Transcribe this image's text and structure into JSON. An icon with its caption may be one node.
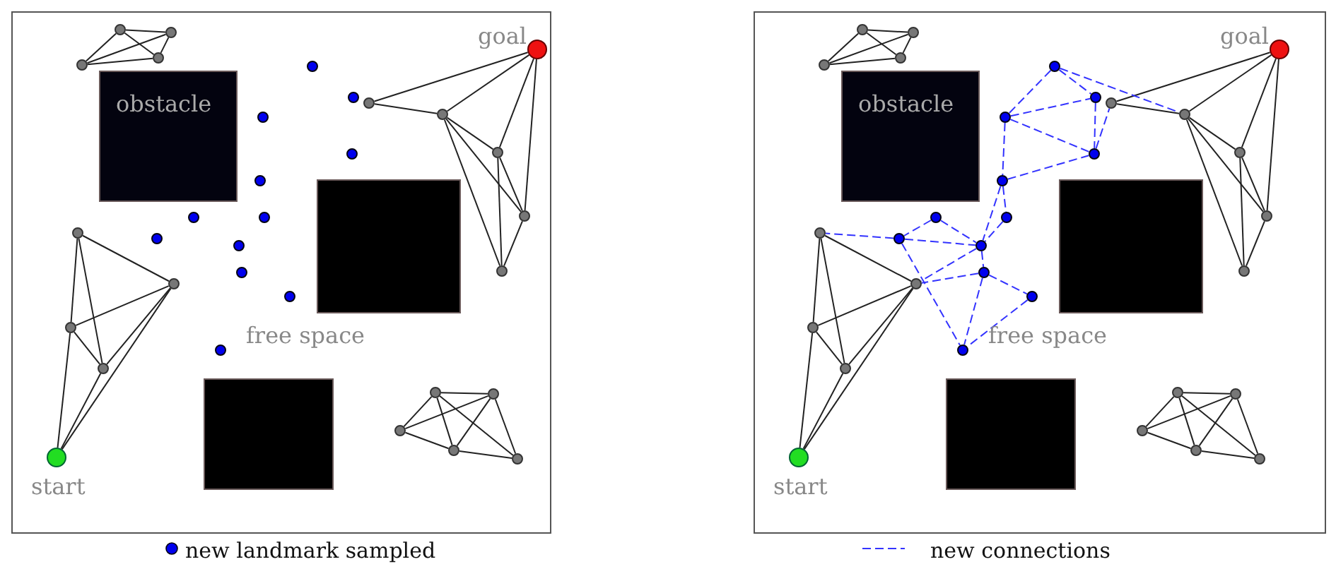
{
  "diagram": {
    "nodes": [
      {
        "text": [],
        "shape": "box"
      },
      {
        "text": [
          "obstacle"
        ],
        "in": 0
      },
      {
        "text": [],
        "shape": "box",
        "in": 0
      },
      {
        "text": [],
        "shape": "box",
        "in": 0
      },
      {
        "text": [],
        "shape": "circle",
        "in": 0
      },
      {
        "text": [],
        "shape": "circle",
        "in": 0
      },
      {
        "text": [],
        "shape": "circle",
        "in": 0
      },
      {
        "text": [],
        "shape": "circle",
        "in": 0
      },
      {
        "text": [],
        "shape": "circle",
        "in": 0
      },
      {
        "text": [],
        "shape": "circle",
        "in": 0
      },
      {
        "text": [],
        "shape": "circle",
        "in": 0
      },
      {
        "text": [],
        "shape": "circle",
        "in": 0
      },
      {
        "text": [],
        "shape": "circle",
        "beside": [
          "start"
        ],
        "in": 0
      },
      {
        "text": [],
        "shape": "circle",
        "beside": [
          "goal"
        ],
        "in": 0
      },
      {
        "text": [],
        "shape": "circle",
        "in": 0
      },
      {
        "text": [],
        "shape": "circle",
        "in": 0
      },
      {
        "text": [],
        "shape": "circle",
        "in": 0
      },
      {
        "text": [],
        "shape": "circle",
        "in": 0
      },
      {
        "text": [],
        "shape": "circle",
        "in": 0
      },
      {
        "text": [],
        "shape": "circle",
        "in": 0
      },
      {
        "text": [],
        "shape": "circle",
        "in": 0
      },
      {
        "text": [],
        "shape": "circle",
        "in": 0
      },
      {
        "text": [],
        "shape": "circle",
        "in": 0
      },
      {
        "text": [],
        "shape": "circle",
        "in": 0
      },
      {
        "text": [],
        "shape": "circle",
        "in": 0
      },
      {
        "text": [],
        "shape": "circle",
        "in": 0
      },
      {
        "text": [],
        "shape": "circle",
        "in": 0
      },
      {
        "text": [],
        "shape": "circle",
        "in": 0
      },
      {
        "text": [],
        "shape": "circle",
        "in": 0
      },
      {
        "text": [],
        "shape": "circle",
        "in": 0
      },
      {
        "text": [],
        "shape": "circle",
        "in": 0
      },
      {
        "text": [],
        "shape": "circle",
        "in": 0
      },
      {
        "text": [],
        "shape": "circle",
        "in": 0
      },
      {
        "text": [],
        "shape": "circle",
        "in": 0
      },
      {
        "text": [],
        "shape": "circle",
        "in": 0
      },
      {
        "text": [],
        "shape": "circle",
        "in": 0
      },
      {
        "text": [],
        "shape": "box"
      },
      {
        "text": [
          "obstacle"
        ],
        "in": 36
      },
      {
        "text": [],
        "shape": "box",
        "in": 36
      },
      {
        "text": [],
        "shape": "box",
        "in": 36
      },
      {
        "text": [],
        "shape": "circle",
        "in": 36
      },
      {
        "text": [],
        "shape": "circle",
        "in": 36
      },
      {
        "text": [],
        "shape": "circle",
        "in": 36
      },
      {
        "text": [],
        "shape": "circle",
        "in": 36
      },
      {
        "text": [],
        "shape": "circle",
        "in": 36
      },
      {
        "text": [],
        "shape": "circle",
        "in": 36
      },
      {
        "text": [],
        "shape": "circle",
        "in": 36
      },
      {
        "text": [],
        "shape": "circle",
        "in": 36
      },
      {
        "text": [],
        "shape": "circle",
        "beside": [
          "start"
        ],
        "in": 36
      },
      {
        "text": [],
        "shape": "circle",
        "beside": [
          "goal"
        ],
        "in": 36
      },
      {
        "text": [],
        "shape": "circle",
        "in": 36
      },
      {
        "text": [],
        "shape": "circle",
        "in": 36
      },
      {
        "text": [],
        "shape": "circle",
        "in": 36
      },
      {
        "text": [],
        "shape": "circle",
        "in": 36
      },
      {
        "text": [],
        "shape": "circle",
        "in": 36
      },
      {
        "text": [],
        "shape": "circle",
        "in": 36
      },
      {
        "text": [],
        "shape": "circle",
        "in": 36
      },
      {
        "text": [],
        "shape": "circle",
        "in": 36
      },
      {
        "text": [],
        "shape": "circle",
        "in": 36
      },
      {
        "text": [],
        "shape": "circle",
        "in": 36
      },
      {
        "text": [],
        "shape": "circle",
        "in": 36
      },
      {
        "text": [],
        "shape": "circle",
        "in": 36
      },
      {
        "text": [],
        "shape": "circle",
        "in": 36
      },
      {
        "text": [],
        "shape": "circle",
        "in": 36
      },
      {
        "text": [],
        "shape": "circle",
        "in": 36
      },
      {
        "text": [],
        "shape": "circle",
        "in": 36
      },
      {
        "text": [],
        "shape": "circle",
        "in": 36
      },
      {
        "text": [],
        "shape": "circle",
        "in": 36
      },
      {
        "text": [],
        "shape": "circle",
        "in": 36
      },
      {
        "text": [],
        "shape": "circle",
        "in": 36
      },
      {
        "text": [],
        "shape": "circle",
        "in": 36
      },
      {
        "text": [],
        "shape": "circle",
        "in": 36
      }
    ],
    "edges": [
      {
        "from": 4,
        "to": 5,
        "arrow": "none"
      },
      {
        "from": 4,
        "to": 6,
        "arrow": "none"
      },
      {
        "from": 4,
        "to": 7,
        "arrow": "none"
      },
      {
        "from": 5,
        "to": 6,
        "arrow": "none"
      },
      {
        "from": 5,
        "to": 7,
        "arrow": "none"
      },
      {
        "from": 6,
        "to": 7,
        "arrow": "none"
      },
      {
        "from": 8,
        "to": 9,
        "arrow": "none"
      },
      {
        "from": 8,
        "to": 10,
        "arrow": "none"
      },
      {
        "from": 8,
        "to": 11,
        "arrow": "none"
      },
      {
        "from": 9,
        "to": 10,
        "arrow": "none"
      },
      {
        "from": 10,
        "to": 11,
        "arrow": "none"
      },
      {
        "from": 9,
        "to": 11,
        "arrow": "none"
      },
      {
        "from": 10,
        "to": 12,
        "arrow": "none"
      },
      {
        "from": 11,
        "to": 12,
        "arrow": "none"
      },
      {
        "from": 9,
        "to": 12,
        "arrow": "none"
      },
      {
        "from": 13,
        "to": 14,
        "arrow": "none"
      },
      {
        "from": 14,
        "to": 15,
        "arrow": "none"
      },
      {
        "from": 13,
        "to": 15,
        "arrow": "none"
      },
      {
        "from": 13,
        "to": 16,
        "arrow": "none"
      },
      {
        "from": 13,
        "to": 17,
        "arrow": "none"
      },
      {
        "from": 15,
        "to": 16,
        "arrow": "none"
      },
      {
        "from": 15,
        "to": 17,
        "arrow": "none"
      },
      {
        "from": 15,
        "to": 18,
        "arrow": "none"
      },
      {
        "from": 16,
        "to": 18,
        "arrow": "none"
      },
      {
        "from": 16,
        "to": 17,
        "arrow": "none"
      },
      {
        "from": 17,
        "to": 18,
        "arrow": "none"
      },
      {
        "from": 19,
        "to": 20,
        "arrow": "none"
      },
      {
        "from": 19,
        "to": 21,
        "arrow": "none"
      },
      {
        "from": 19,
        "to": 22,
        "arrow": "none"
      },
      {
        "from": 19,
        "to": 23,
        "arrow": "none"
      },
      {
        "from": 20,
        "to": 21,
        "arrow": "none"
      },
      {
        "from": 20,
        "to": 22,
        "arrow": "none"
      },
      {
        "from": 20,
        "to": 23,
        "arrow": "none"
      },
      {
        "from": 21,
        "to": 22,
        "arrow": "none"
      },
      {
        "from": 22,
        "to": 23,
        "arrow": "none"
      },
      {
        "from": 40,
        "to": 41,
        "arrow": "none"
      },
      {
        "from": 40,
        "to": 42,
        "arrow": "none"
      },
      {
        "from": 40,
        "to": 43,
        "arrow": "none"
      },
      {
        "from": 41,
        "to": 42,
        "arrow": "none"
      },
      {
        "from": 41,
        "to": 43,
        "arrow": "none"
      },
      {
        "from": 42,
        "to": 43,
        "arrow": "none"
      },
      {
        "from": 44,
        "to": 45,
        "arrow": "none"
      },
      {
        "from": 44,
        "to": 46,
        "arrow": "none"
      },
      {
        "from": 44,
        "to": 47,
        "arrow": "none"
      },
      {
        "from": 45,
        "to": 46,
        "arrow": "none"
      },
      {
        "from": 46,
        "to": 47,
        "arrow": "none"
      },
      {
        "from": 45,
        "to": 47,
        "arrow": "none"
      },
      {
        "from": 46,
        "to": 48,
        "arrow": "none"
      },
      {
        "from": 47,
        "to": 48,
        "arrow": "none"
      },
      {
        "from": 45,
        "to": 48,
        "arrow": "none"
      },
      {
        "from": 49,
        "to": 50,
        "arrow": "none"
      },
      {
        "from": 50,
        "to": 51,
        "arrow": "none"
      },
      {
        "from": 49,
        "to": 51,
        "arrow": "none"
      },
      {
        "from": 49,
        "to": 52,
        "arrow": "none"
      },
      {
        "from": 49,
        "to": 53,
        "arrow": "none"
      },
      {
        "from": 51,
        "to": 52,
        "arrow": "none"
      },
      {
        "from": 51,
        "to": 53,
        "arrow": "none"
      },
      {
        "from": 51,
        "to": 54,
        "arrow": "none"
      },
      {
        "from": 52,
        "to": 54,
        "arrow": "none"
      },
      {
        "from": 52,
        "to": 53,
        "arrow": "none"
      },
      {
        "from": 53,
        "to": 54,
        "arrow": "none"
      },
      {
        "from": 55,
        "to": 56,
        "arrow": "none"
      },
      {
        "from": 55,
        "to": 57,
        "arrow": "none"
      },
      {
        "from": 55,
        "to": 58,
        "arrow": "none"
      },
      {
        "from": 55,
        "to": 59,
        "arrow": "none"
      },
      {
        "from": 56,
        "to": 57,
        "arrow": "none"
      },
      {
        "from": 56,
        "to": 58,
        "arrow": "none"
      },
      {
        "from": 56,
        "to": 59,
        "arrow": "none"
      },
      {
        "from": 57,
        "to": 58,
        "arrow": "none"
      },
      {
        "from": 58,
        "to": 59,
        "arrow": "none"
      },
      {
        "from": 60,
        "to": 61,
        "arrow": "none",
        "style": "dashed",
        "color": "#3333ff"
      },
      {
        "from": 60,
        "to": 62,
        "arrow": "none",
        "style": "dashed",
        "color": "#3333ff"
      },
      {
        "from": 60,
        "to": 51,
        "arrow": "none",
        "style": "dashed",
        "color": "#3333ff"
      },
      {
        "from": 61,
        "to": 62,
        "arrow": "none",
        "style": "dashed",
        "color": "#3333ff"
      },
      {
        "from": 61,
        "to": 63,
        "arrow": "none",
        "style": "dashed",
        "color": "#3333ff"
      },
      {
        "from": 61,
        "to": 64,
        "arrow": "none",
        "style": "dashed",
        "color": "#3333ff"
      },
      {
        "from": 62,
        "to": 63,
        "arrow": "none",
        "style": "dashed",
        "color": "#3333ff"
      },
      {
        "from": 63,
        "to": 50,
        "arrow": "none",
        "style": "dashed",
        "color": "#3333ff"
      },
      {
        "from": 64,
        "to": 63,
        "arrow": "none",
        "style": "dashed",
        "color": "#3333ff"
      },
      {
        "from": 64,
        "to": 67,
        "arrow": "none",
        "style": "dashed",
        "color": "#3333ff"
      },
      {
        "from": 64,
        "to": 68,
        "arrow": "none",
        "style": "dashed",
        "color": "#3333ff"
      },
      {
        "from": 67,
        "to": 68,
        "arrow": "none",
        "style": "dashed",
        "color": "#3333ff"
      },
      {
        "from": 65,
        "to": 66,
        "arrow": "none",
        "style": "dashed",
        "color": "#3333ff"
      },
      {
        "from": 65,
        "to": 68,
        "arrow": "none",
        "style": "dashed",
        "color": "#3333ff"
      },
      {
        "from": 66,
        "to": 68,
        "arrow": "none",
        "style": "dashed",
        "color": "#3333ff"
      },
      {
        "from": 66,
        "to": 44,
        "arrow": "none",
        "style": "dashed",
        "color": "#3333ff"
      },
      {
        "from": 66,
        "to": 71,
        "arrow": "none",
        "style": "dashed",
        "color": "#3333ff"
      },
      {
        "from": 68,
        "to": 69,
        "arrow": "none",
        "style": "dashed",
        "color": "#3333ff"
      },
      {
        "from": 69,
        "to": 45,
        "arrow": "none",
        "style": "dashed",
        "color": "#3333ff"
      },
      {
        "from": 68,
        "to": 45,
        "arrow": "none",
        "style": "dashed",
        "color": "#3333ff"
      },
      {
        "from": 69,
        "to": 70,
        "arrow": "none",
        "style": "dashed",
        "color": "#3333ff"
      },
      {
        "from": 69,
        "to": 71,
        "arrow": "none",
        "style": "dashed",
        "color": "#3333ff"
      },
      {
        "from": 70,
        "to": 71,
        "arrow": "none",
        "style": "dashed",
        "color": "#3333ff"
      }
    ],
    "labels": [
      "free space",
      "free space"
    ],
    "legend": [
      {
        "text": "new landmark sampled"
      },
      {
        "text": "new connections"
      }
    ]
  }
}
